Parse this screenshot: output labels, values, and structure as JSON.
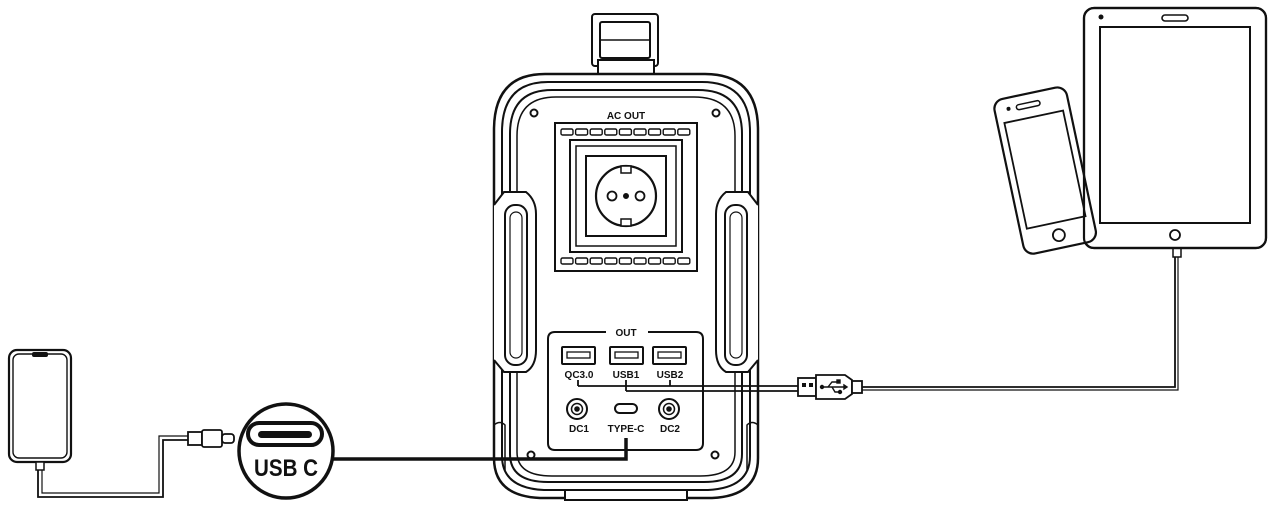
{
  "labels": {
    "ac_out": "AC OUT",
    "out": "OUT",
    "qc": "QC3.0",
    "usb1": "USB1",
    "usb2": "USB2",
    "dc1": "DC1",
    "type_c": "TYPE-C",
    "dc2": "DC2",
    "usb_c_badge": "USB C"
  },
  "colors": {
    "stroke": "#111111",
    "background": "#ffffff"
  },
  "icons": {
    "usb_plug": "usb-a-plug-icon",
    "usb_symbol": "usb-trident-icon",
    "socket": "schuko-socket-icon"
  }
}
